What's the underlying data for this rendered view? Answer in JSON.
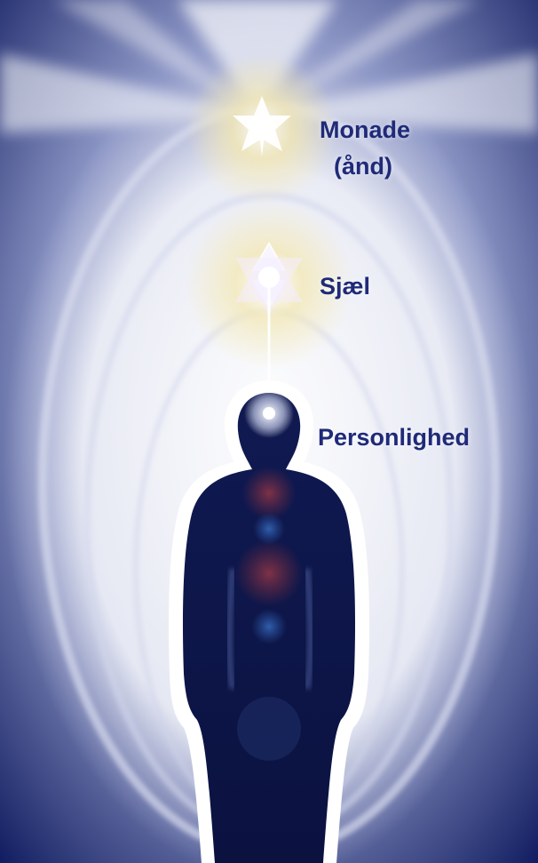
{
  "labels": {
    "monade": "Monade",
    "aand": "(ånd)",
    "sjael": "Sjæl",
    "personlighed": "Personlighed"
  },
  "colors": {
    "label_text": "#1f2a78",
    "background_dark": "#0e1a5e",
    "aura_white": "#ffffff",
    "glow_yellow": "#f3e7b0",
    "figure_dark": "#0b1240",
    "chakra_red": "#8a2f3a",
    "chakra_blue": "#2c5fae"
  },
  "icons": {
    "upper_star": "six-point-star-icon",
    "lower_star": "six-point-star-icon",
    "head_point": "crown-light-icon"
  }
}
